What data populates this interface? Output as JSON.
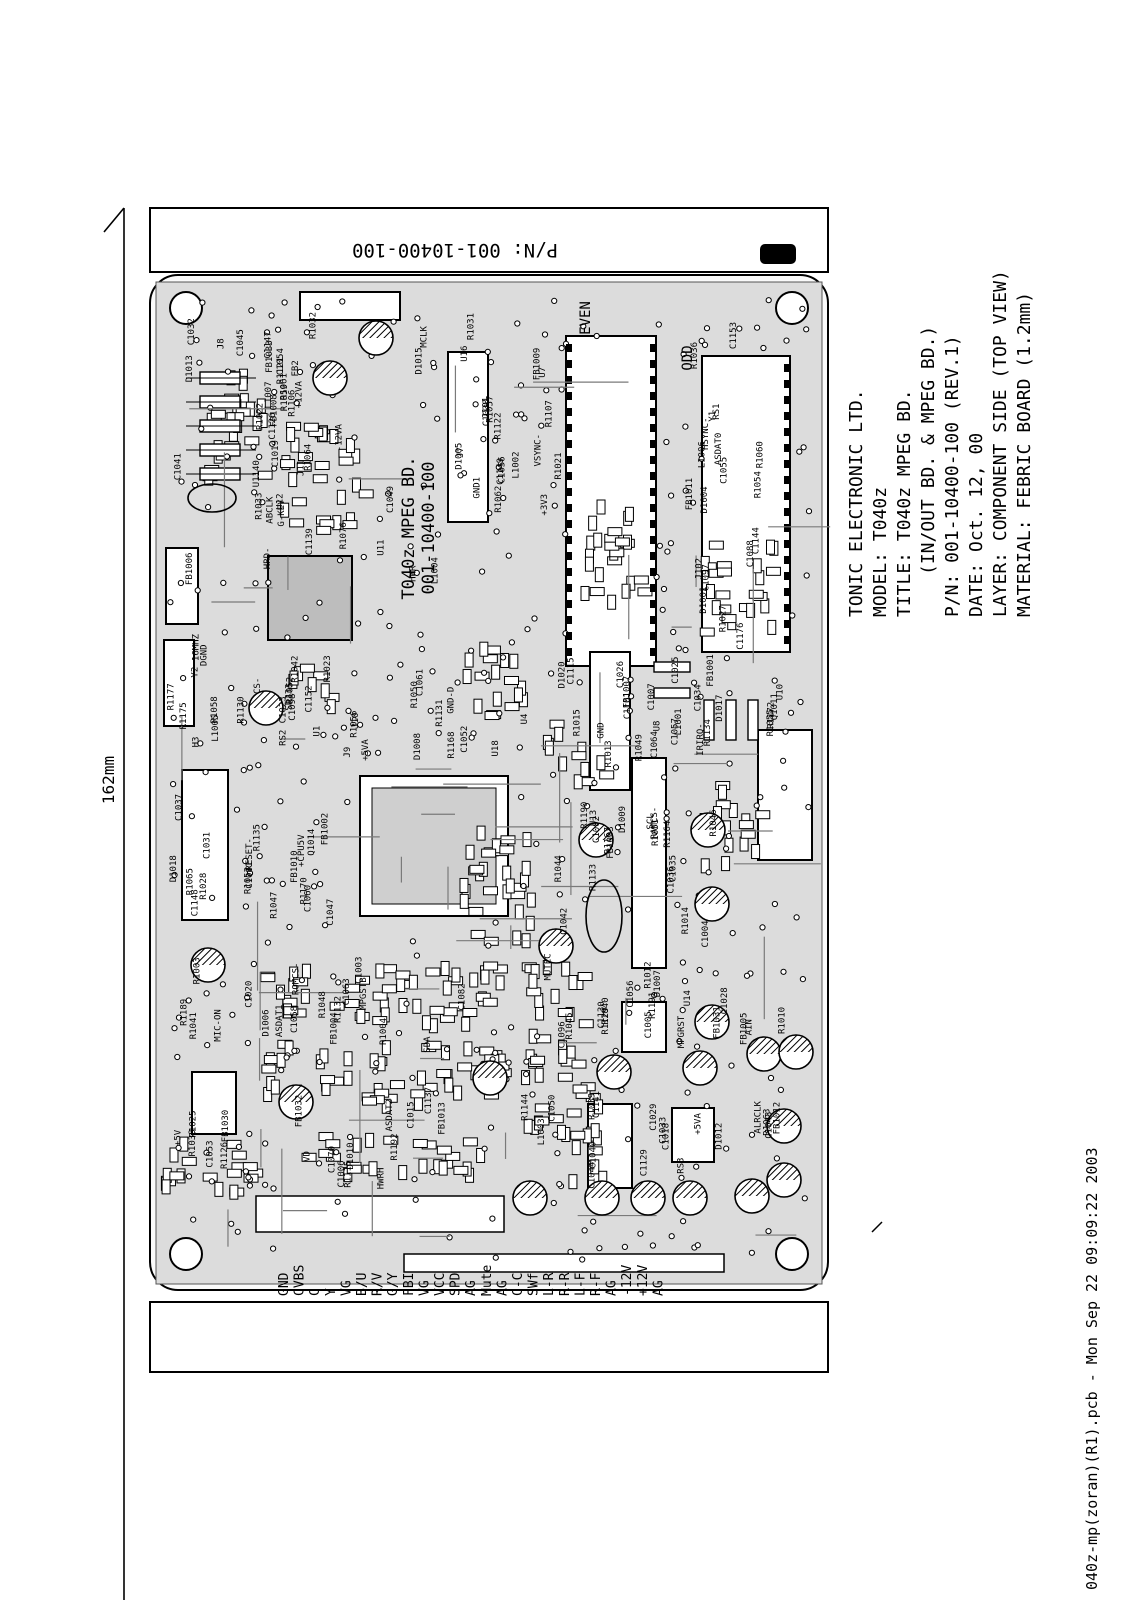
{
  "dimension": {
    "length": "162mm"
  },
  "part_number_strip": {
    "text": "P/N: 001-10400-100"
  },
  "board_silkscreen": {
    "board_name": "T040z MPEG BD.",
    "board_pn": "001-10400-100",
    "even_label": "EVEN",
    "odd_label": "ODD"
  },
  "title_block": {
    "company": "TONIC ELECTRONIC LTD.",
    "model": "MODEL: T040z",
    "title": "TITLE: T040z MPEG BD.",
    "subtitle": "(IN/OUT BD. & MPEG BD.)",
    "pn": "P/N: 001-10400-100 (REV.1)",
    "date": "DATE: Oct. 12, 00",
    "layer": "LAYER: COMPONENT SIDE (TOP VIEW)",
    "material": "MATERIAL: FEBRIC BOARD (1.2mm)"
  },
  "footer": {
    "text": "040z-mp(zoran)(R1).pcb - Mon Sep 22 09:09:22 2003"
  },
  "connector_pins": [
    "GND",
    "CVBS",
    "C",
    "Y",
    "VG",
    "B/U",
    "R/V",
    "G/Y",
    "FBI",
    "VG",
    "VCC",
    "SPD",
    "AG",
    "Mute",
    "AG",
    "C-C",
    "SWf",
    "L-R",
    "R-R",
    "L-F",
    "R-F",
    "AG",
    "-12V",
    "+12V",
    "AG"
  ],
  "ref_designators": [
    "FB1006",
    "G-KEY",
    "GND1",
    "D1001",
    "H3",
    "GND-D",
    "FB1001",
    "FB1002",
    "FB1003",
    "FB1004",
    "FB1005",
    "HWRH",
    "C1033",
    "C1032",
    "R1076",
    "U7",
    "Y1",
    "16MHZ",
    "R1015",
    "IRIRQ-",
    "C1037",
    "R1014",
    "R1003",
    "R1012",
    "R1025",
    "C1029",
    "U12",
    "R1022",
    "R1021",
    "R1027",
    "R1023",
    "R1013",
    "C1034",
    "C1031",
    "RAMCS-",
    "ROMCS-",
    "MUTEC",
    "VD",
    "RS3",
    "C1041",
    "U11",
    "C1038",
    "RS1",
    "RS2",
    "GND",
    "U8",
    "+CPU5V",
    "C1036",
    "R1041",
    "R1040",
    "R1038",
    "R1039",
    "R1033",
    "R1032",
    "R1031",
    "R1036",
    "R1042",
    "J9",
    "U10",
    "FB1010",
    "C1042",
    "C1063",
    "U14",
    "+5V",
    "C1040",
    "HRD-",
    "HWR-",
    "C1056",
    "C1055",
    "R1177",
    "R1168",
    "R1172",
    "R1170",
    "R1167",
    "MPGSTB",
    "MPGRST",
    "FB1013",
    "FB1012",
    "FB1033",
    "FB1008",
    "J7",
    "C1176",
    "R1130",
    "C1052",
    "C1057",
    "R1028",
    "U13",
    "C1058",
    "FB1031",
    "C1053",
    "C1050",
    "J8",
    "C1054",
    "R1107",
    "C1153",
    "C1023",
    "C1026",
    "C1025",
    "R1065",
    "R1164",
    "C1020",
    "C1028",
    "FB1032",
    "+5VA",
    "+12VA",
    "-12VA",
    "FB1009",
    "FB1011",
    "Y2",
    "J10",
    "L1001",
    "C1060",
    "C1035",
    "MIC-ON",
    "AIN",
    "FB1030",
    "C1043",
    "C1045",
    "C1049",
    "VSYNC-",
    "HSYNC-",
    "SDI33",
    "C1061",
    "C1064",
    "RESET-",
    "SCL",
    "SDA",
    "R1129",
    "R1126",
    "C1129",
    "U1140",
    "R1064",
    "R1062",
    "R1060",
    "R1058",
    "R1056",
    "R1055",
    "R1053",
    "R1051",
    "R1048",
    "R1045",
    "R1115",
    "R1063",
    "R1061",
    "R1059",
    "R1057",
    "R1054",
    "R1052",
    "R1050",
    "R1049",
    "R1047",
    "R1046",
    "ASDAT1",
    "C1096",
    "ASDAT2",
    "ALRCLK",
    "ABCLK",
    "MCLK",
    "+3V3",
    "C1088",
    "U1",
    "D1020",
    "C1007",
    "C1047",
    "C1004",
    "R1004",
    "C1005",
    "C1006",
    "C1018",
    "C1019",
    "C1126",
    "D1005",
    "D1004",
    "C1152",
    "U18",
    "FB1007",
    "C1148",
    "C1002",
    "C1003",
    "C1130",
    "C1137",
    "C1141",
    "C1147",
    "C1139",
    "C1149",
    "C1144",
    "R1175",
    "R1131",
    "R1134",
    "R1135",
    "R1133",
    "R1132",
    "R1010",
    "C1015",
    "L1003",
    "L1007",
    "L1004",
    "L1002",
    "L1006",
    "L1005",
    "D1008",
    "D1017",
    "D1018",
    "D1009",
    "D1006",
    "D1007",
    "D1010",
    "D1012",
    "D1013",
    "D1015",
    "U16",
    "C1097",
    "C1098",
    "C1115",
    "C1101",
    "C1081",
    "R1044",
    "C1082",
    "C1056",
    "C1070",
    "C1044",
    "FB2",
    "R1106",
    "R1122",
    "ASDAT0",
    "CS-",
    "U4",
    "Q1011",
    "Q1014",
    "R1190",
    "R1189",
    "R1191",
    "R1192",
    "R1144",
    "R1121",
    "J11",
    "J101",
    "J102",
    "DGND",
    "+5VA"
  ]
}
